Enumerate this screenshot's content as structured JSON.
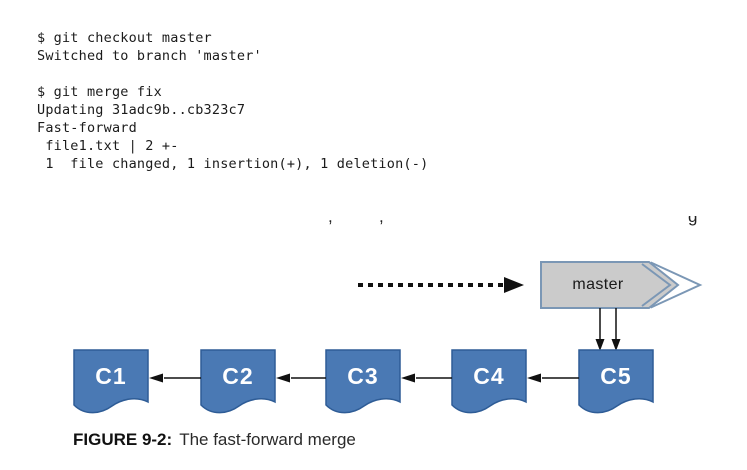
{
  "terminal": {
    "lines": [
      "$ git checkout master",
      "Switched to branch 'master'",
      "",
      "$ git merge fix",
      "Updating 31adc9b..cb323c7",
      "Fast-forward",
      " file1.txt | 2 +-",
      " 1  file changed, 1 insertion(+), 1 deletion(-)"
    ]
  },
  "cropped_line": {
    "fragments": [
      ",",
      ",",
      "g"
    ]
  },
  "diagram": {
    "branch_label": "master",
    "commits": [
      {
        "label": "C1"
      },
      {
        "label": "C2"
      },
      {
        "label": "C3"
      },
      {
        "label": "C4"
      },
      {
        "label": "C5"
      }
    ],
    "colors": {
      "commit_fill": "#4a79b4",
      "commit_border": "#2e5c96",
      "branch_fill": "#cbcbcb",
      "branch_border": "#7b97b5",
      "arrow": "#111111"
    }
  },
  "caption": {
    "label": "FIGURE 9-2:",
    "text": "The fast-forward merge"
  }
}
